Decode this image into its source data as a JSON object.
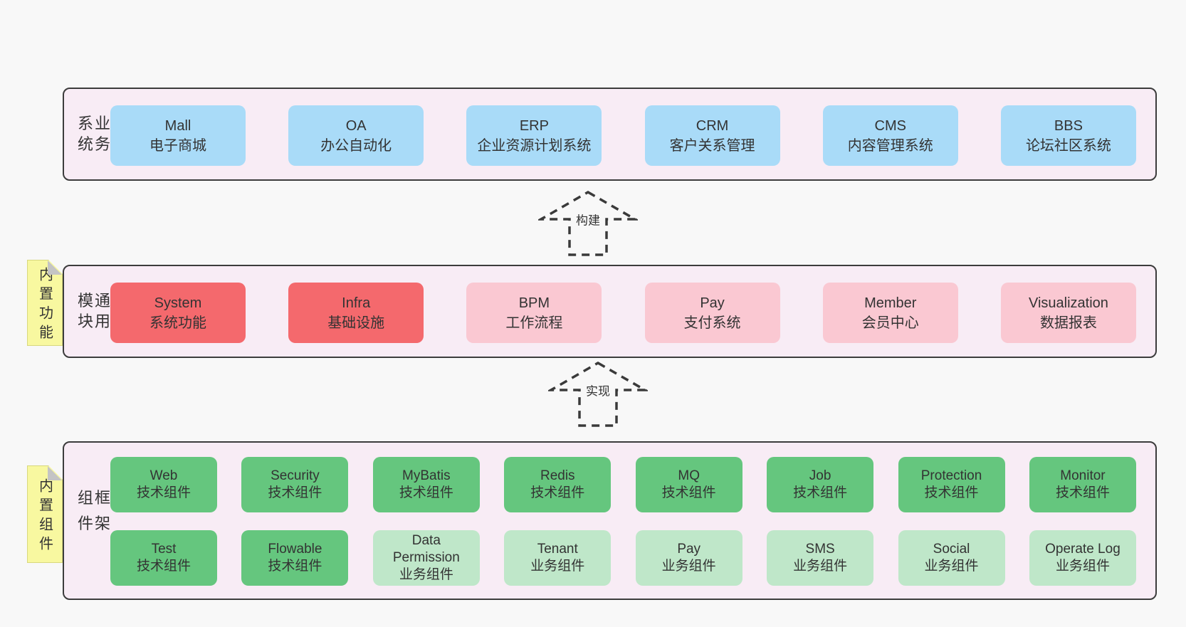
{
  "colors": {
    "page_bg": "#f8f8f8",
    "band_bg": "#f8ecf5",
    "band_border": "#3c3c3c",
    "blue": "#a9dbf8",
    "red": "#f4696d",
    "pink": "#fac8d2",
    "green": "#65c67e",
    "light_green": "#bfe7c9",
    "note_yellow": "#f8f8a0",
    "note_fold": "#c4c4c4",
    "text": "#333333"
  },
  "arrows": [
    {
      "label": "构建"
    },
    {
      "label": "实现"
    }
  ],
  "bands": [
    {
      "label": "业务系统",
      "boxes": [
        {
          "name": "Mall",
          "desc": "电子商城"
        },
        {
          "name": "OA",
          "desc": "办公自动化"
        },
        {
          "name": "ERP",
          "desc": "企业资源计划系统"
        },
        {
          "name": "CRM",
          "desc": "客户关系管理"
        },
        {
          "name": "CMS",
          "desc": "内容管理系统"
        },
        {
          "name": "BBS",
          "desc": "论坛社区系统"
        }
      ]
    },
    {
      "label": "通用模块",
      "note": "内置功能",
      "boxes": [
        {
          "name": "System",
          "desc": "系统功能"
        },
        {
          "name": "Infra",
          "desc": "基础设施"
        },
        {
          "name": "BPM",
          "desc": "工作流程"
        },
        {
          "name": "Pay",
          "desc": "支付系统"
        },
        {
          "name": "Member",
          "desc": "会员中心"
        },
        {
          "name": "Visualization",
          "desc": "数据报表"
        }
      ]
    },
    {
      "label": "框架组件",
      "note": "内置组件",
      "rows": [
        [
          {
            "name": "Web",
            "desc": "技术组件"
          },
          {
            "name": "Security",
            "desc": "技术组件"
          },
          {
            "name": "MyBatis",
            "desc": "技术组件"
          },
          {
            "name": "Redis",
            "desc": "技术组件"
          },
          {
            "name": "MQ",
            "desc": "技术组件"
          },
          {
            "name": "Job",
            "desc": "技术组件"
          },
          {
            "name": "Protection",
            "desc": "技术组件"
          },
          {
            "name": "Monitor",
            "desc": "技术组件"
          }
        ],
        [
          {
            "name": "Test",
            "desc": "技术组件"
          },
          {
            "name": "Flowable",
            "desc": "技术组件"
          },
          {
            "name": "Data Permission",
            "desc": "业务组件"
          },
          {
            "name": "Tenant",
            "desc": "业务组件"
          },
          {
            "name": "Pay",
            "desc": "业务组件"
          },
          {
            "name": "SMS",
            "desc": "业务组件"
          },
          {
            "name": "Social",
            "desc": "业务组件"
          },
          {
            "name": "Operate Log",
            "desc": "业务组件"
          }
        ]
      ]
    }
  ]
}
